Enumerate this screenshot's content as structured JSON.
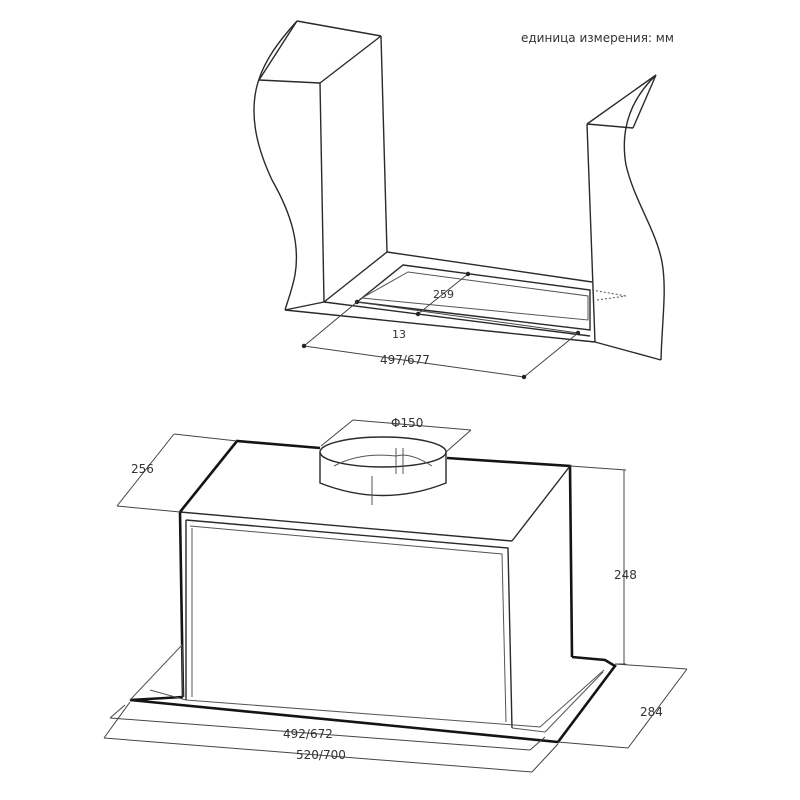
{
  "unit_note": "единица измерения: мм",
  "cabinet": {
    "dim_depth_inner": "259",
    "dim_offset": "13",
    "dim_width": "497/677"
  },
  "hood": {
    "dim_duct_diameter": "Φ150",
    "dim_top_depth": "256",
    "dim_height": "248",
    "dim_bottom_depth": "284",
    "dim_inner_width": "492/672",
    "dim_outer_width": "520/700"
  }
}
